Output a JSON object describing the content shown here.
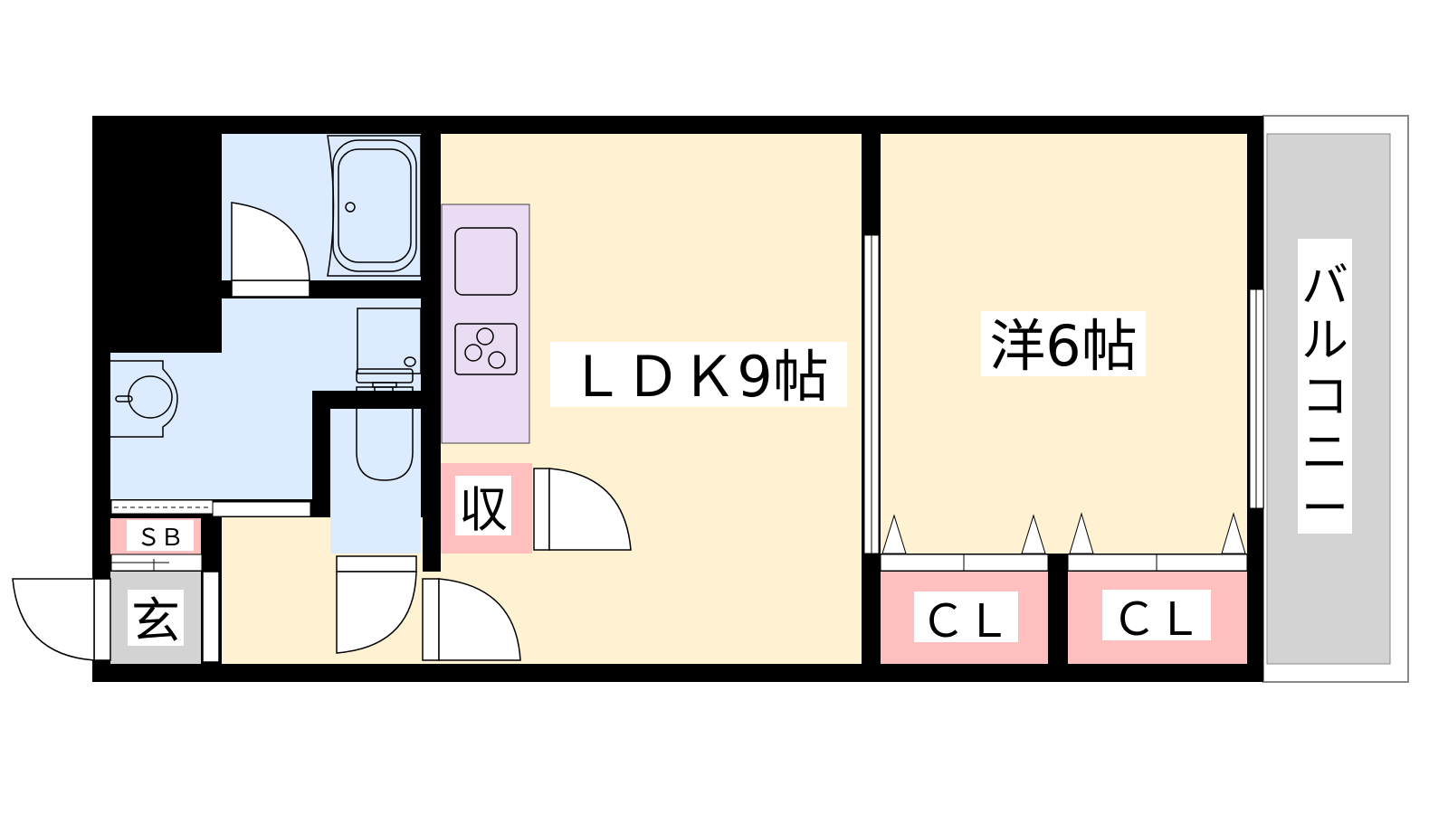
{
  "colors": {
    "wall": "#000000",
    "living": "#FFF2D2",
    "wet": "#DCEBFD",
    "storage": "#FFBFBF",
    "kitchen": "#EADDF3",
    "entrance": "#D3D3D3",
    "balcony": "#D3D3D3"
  },
  "rooms": {
    "ldk": "ＬＤＫ9帖",
    "western": "洋6帖",
    "storage": "収",
    "shoe_box": "ＳＢ",
    "entrance": "玄",
    "closet_1": "ＣＬ",
    "closet_2": "ＣＬ",
    "balcony": [
      "バ",
      "ル",
      "コ",
      "ニ",
      "ー"
    ]
  }
}
